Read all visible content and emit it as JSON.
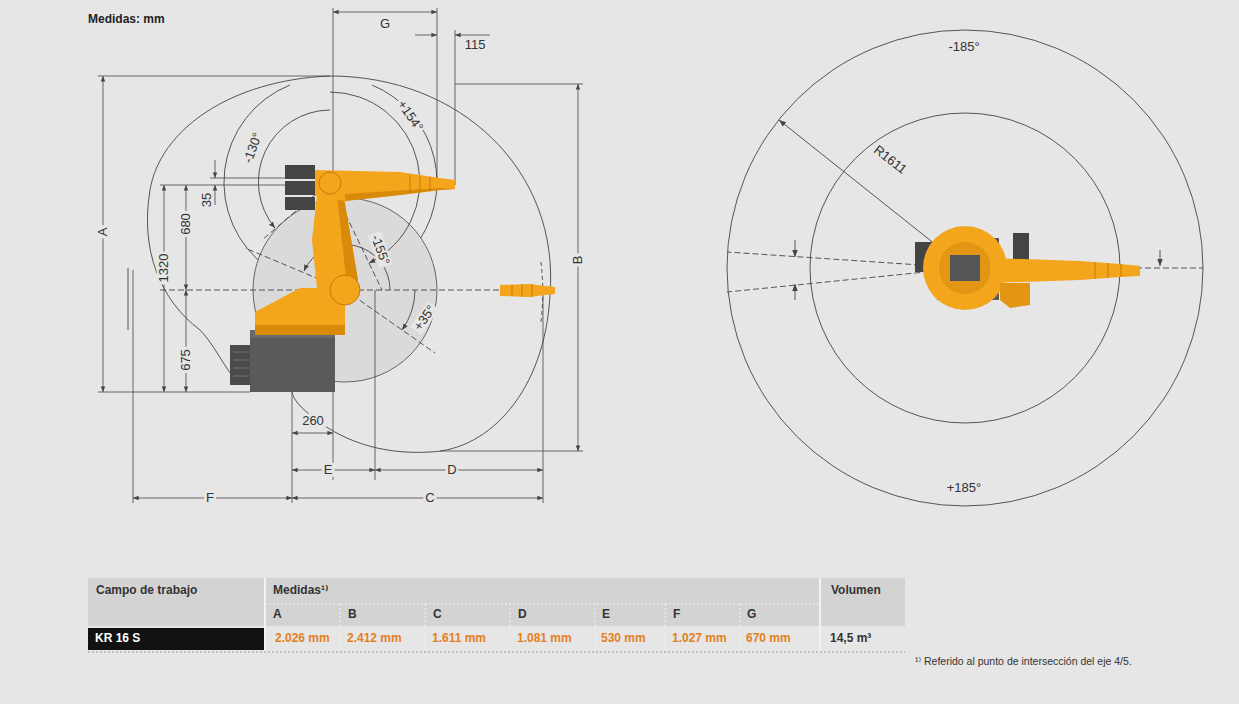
{
  "diagram": {
    "title": "Medidas: mm",
    "labels": [
      "G",
      "115",
      "-130°",
      "+154°",
      "35",
      "A",
      "1320",
      "680",
      "-155°",
      "+35°",
      "675",
      "B",
      "260",
      "E",
      "D",
      "F",
      "C",
      "-185°",
      "R1611",
      "+185°",
      "Campo de trabajo",
      "Medidas¹⁾",
      "A",
      "B",
      "C",
      "D",
      "E",
      "F",
      "G",
      "Volumen",
      "KR 16 S",
      "2.026 mm",
      "2.412 mm",
      "1.611 mm",
      "1.081 mm",
      "530 mm",
      "1.027 mm",
      "670 mm",
      "14,5 m³",
      "¹⁾ Referido al punto de intersección del eje 4/5."
    ]
  }
}
